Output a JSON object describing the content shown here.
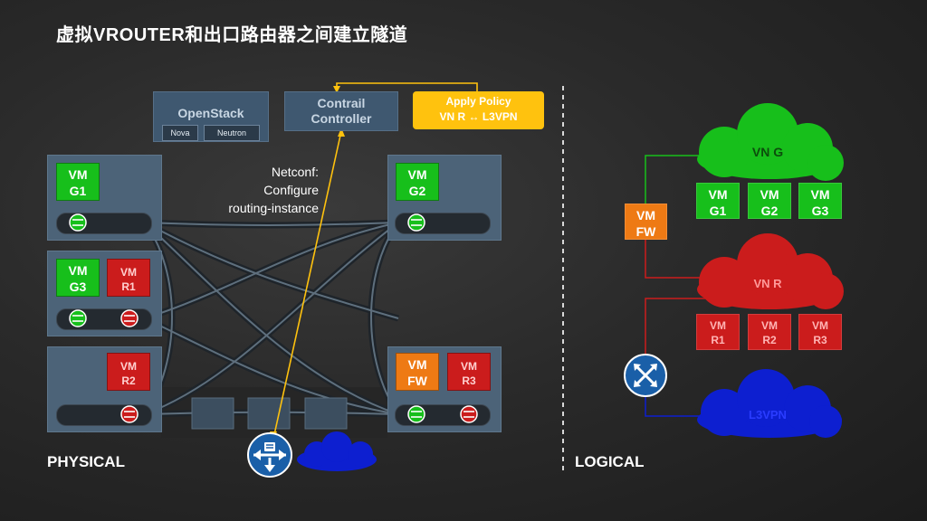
{
  "title": "虚拟VROUTER和出口路由器之间建立隧道",
  "physical": {
    "label": "PHYSICAL",
    "openstack": {
      "label": "OpenStack",
      "nova": "Nova",
      "neutron": "Neutron"
    },
    "contrail": {
      "line1": "Contrail",
      "line2": "Controller"
    },
    "apply_policy": {
      "line1": "Apply Policy",
      "line2": "VN R ↔ L3VPN"
    },
    "netconf": {
      "line1": "Netconf:",
      "line2": "Configure",
      "line3": "routing-instance"
    },
    "vms": {
      "g1": {
        "line1": "VM",
        "line2": "G1"
      },
      "g3": {
        "line1": "VM",
        "line2": "G3"
      },
      "r1": {
        "line1": "VM",
        "line2": "R1"
      },
      "r2": {
        "line1": "VM",
        "line2": "R2"
      },
      "g2": {
        "line1": "VM",
        "line2": "G2"
      },
      "fw": {
        "line1": "VM",
        "line2": "FW"
      },
      "r3": {
        "line1": "VM",
        "line2": "R3"
      }
    }
  },
  "logical": {
    "label": "LOGICAL",
    "vn_g": "VN G",
    "vn_r": "VN R",
    "l3vpn": "L3VPN",
    "vms": {
      "fw": {
        "line1": "VM",
        "line2": "FW"
      },
      "g1": {
        "line1": "VM",
        "line2": "G1"
      },
      "g2": {
        "line1": "VM",
        "line2": "G2"
      },
      "g3": {
        "line1": "VM",
        "line2": "G3"
      },
      "r1": {
        "line1": "VM",
        "line2": "R1"
      },
      "r2": {
        "line1": "VM",
        "line2": "R2"
      },
      "r3": {
        "line1": "VM",
        "line2": "R3"
      }
    }
  },
  "colors": {
    "green": "#17bf1b",
    "red": "#cb1c1c",
    "orange": "#ee7a14",
    "yellow": "#ffc20e",
    "blue": "#0d1fd0",
    "host": "#4c6378"
  }
}
